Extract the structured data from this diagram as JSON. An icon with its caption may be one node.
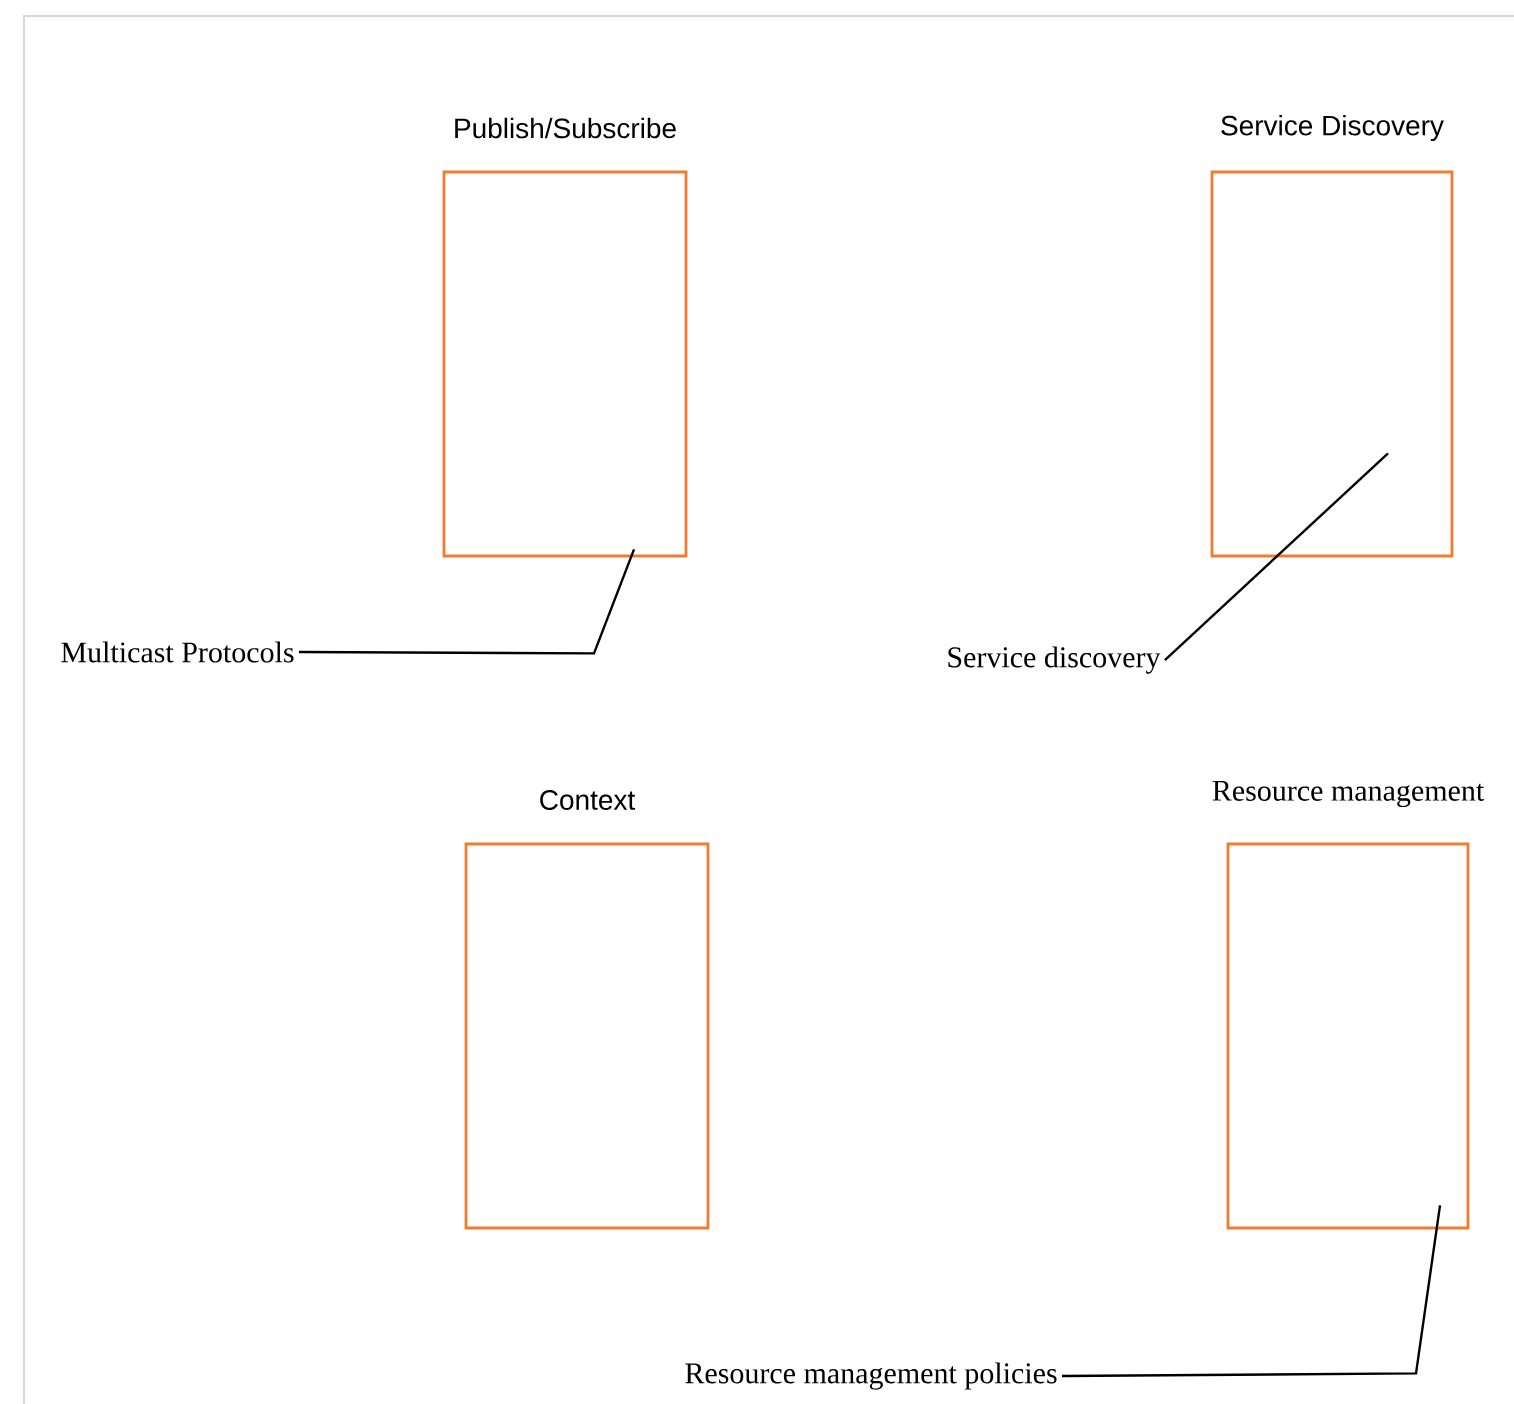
{
  "diagram": {
    "nodes": [
      {
        "text": [
          "Publish/Subscribe"
        ]
      },
      {
        "text": [
          "Service Discovery"
        ]
      },
      {
        "text": [
          "Multicast Protocols"
        ]
      },
      {
        "text": [
          "Service discovery"
        ]
      },
      {
        "text": [
          "Context"
        ]
      },
      {
        "text": [
          "Resource management"
        ]
      },
      {
        "text": [
          "Resource management policies"
        ]
      }
    ],
    "edges": [
      {
        "from": 2,
        "to": 0,
        "arrow": "none"
      },
      {
        "from": 3,
        "to": 1,
        "arrow": "none"
      },
      {
        "from": 6,
        "to": 5,
        "arrow": "none"
      }
    ]
  }
}
